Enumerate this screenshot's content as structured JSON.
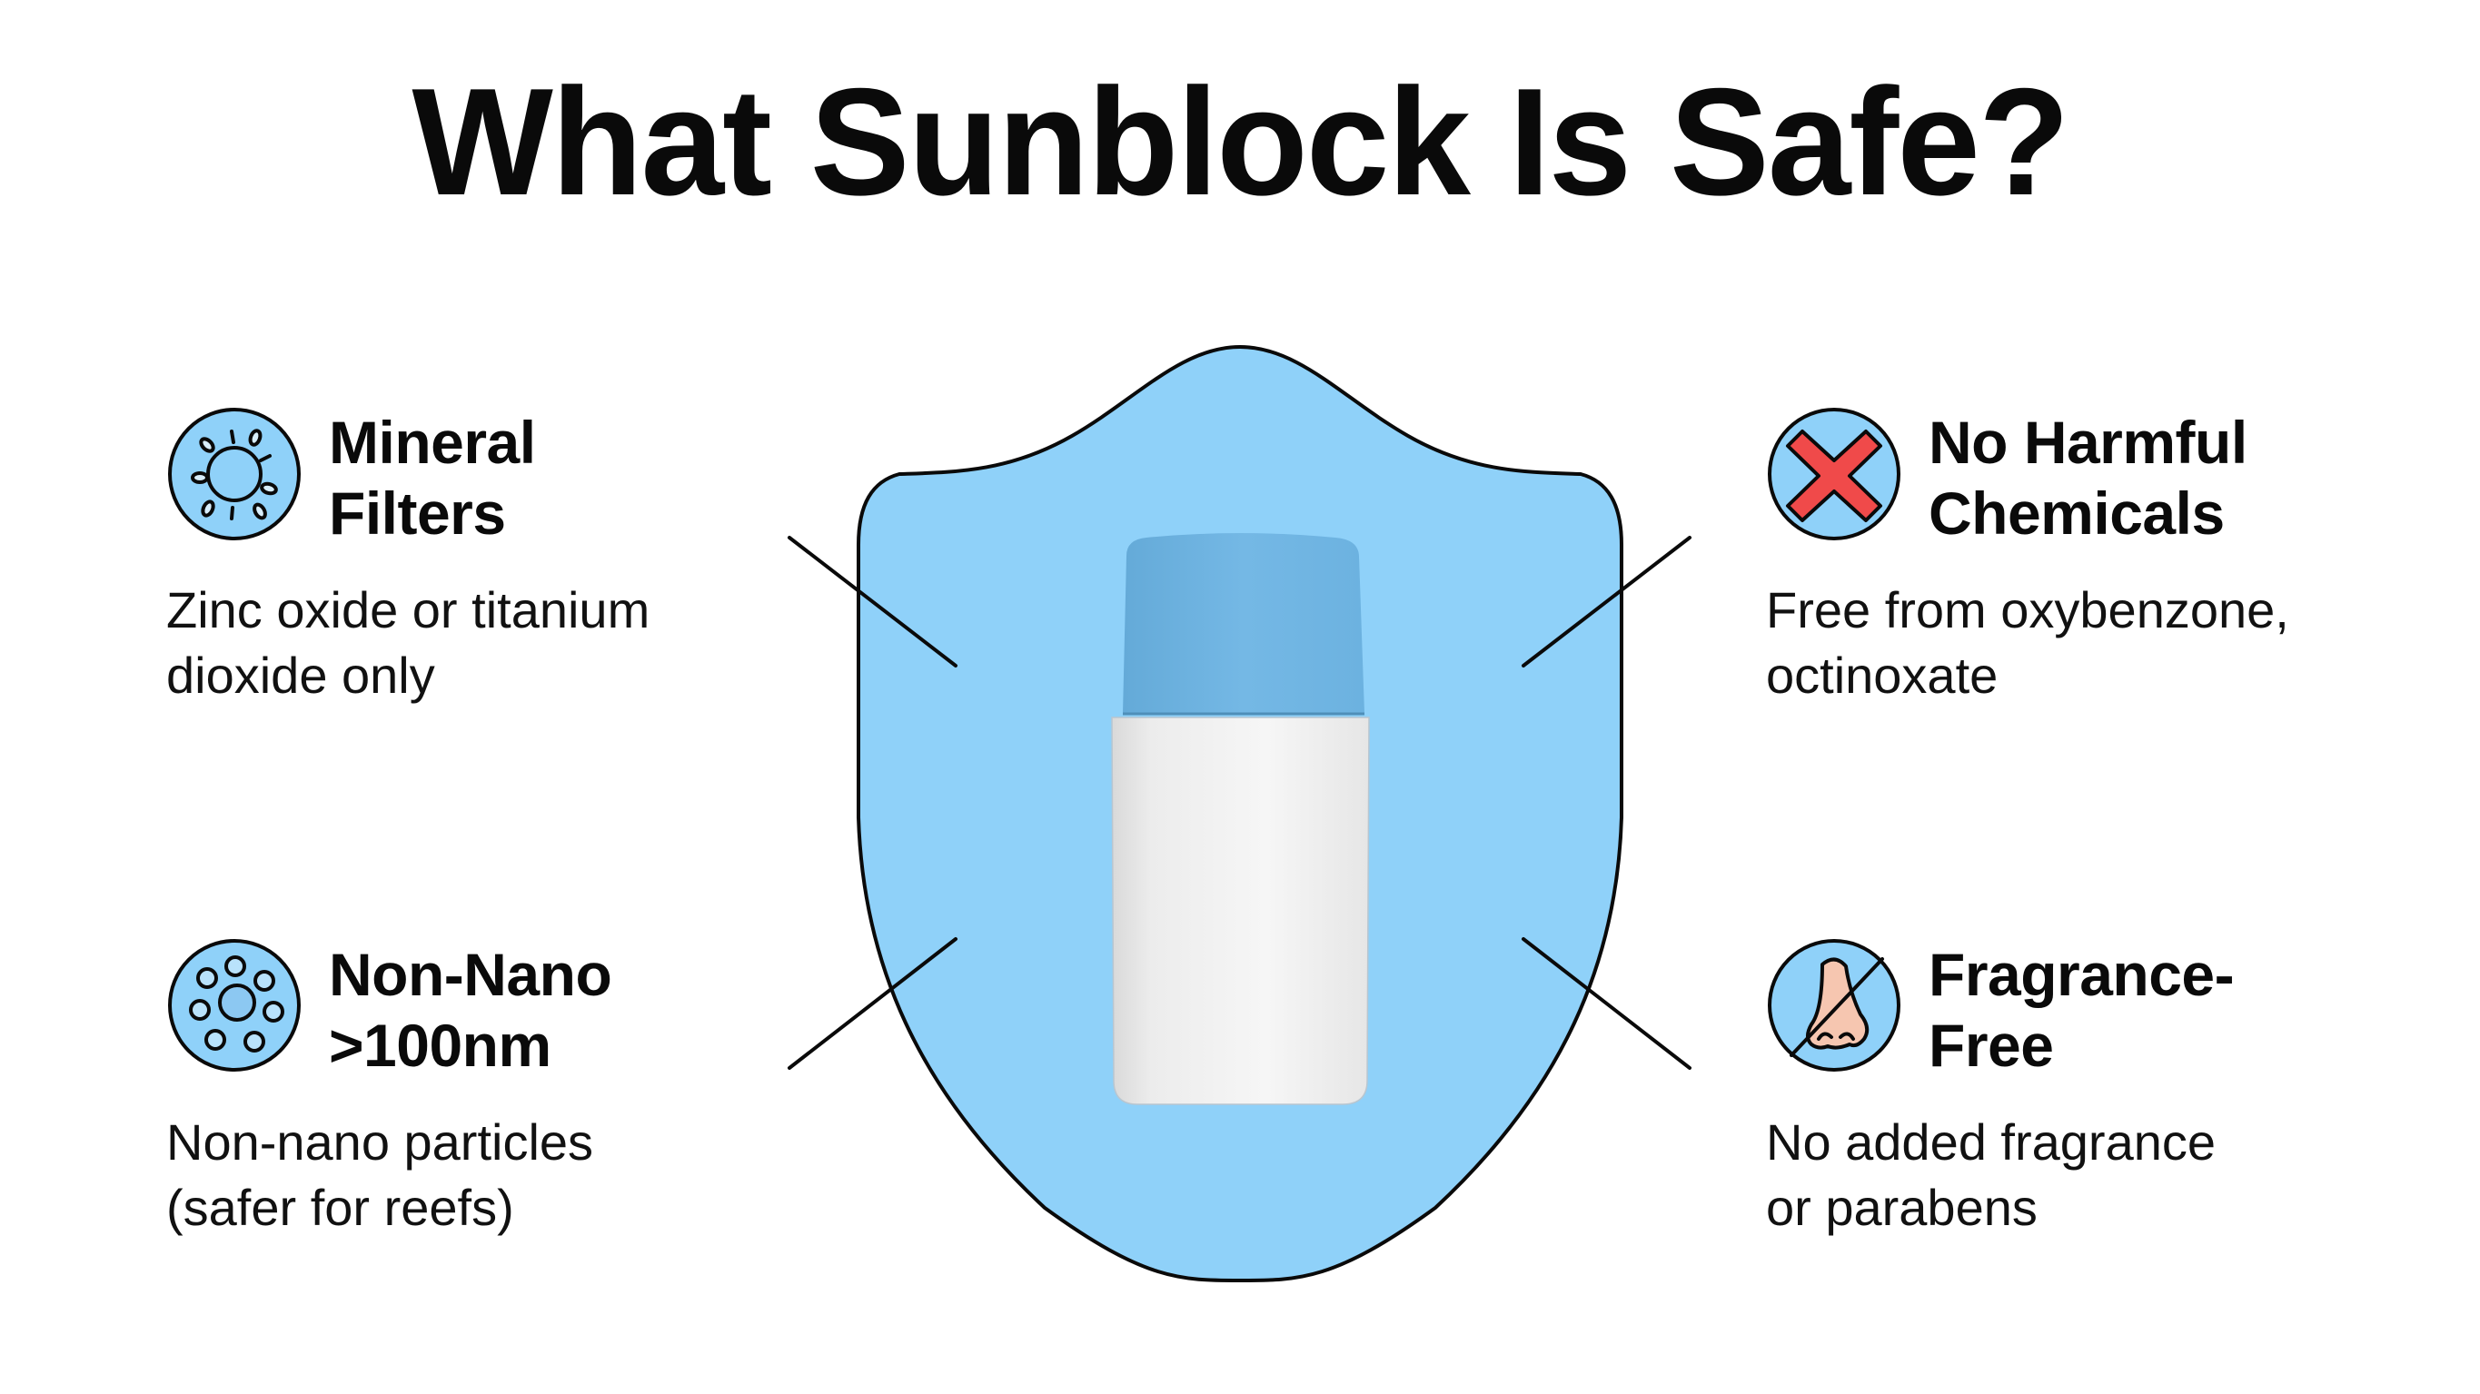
{
  "title": "What Sunblock Is Safe?",
  "colors": {
    "shield_fill": "#8fd1f9",
    "shield_stroke": "#0a0a0a",
    "cap": "#6db3e2",
    "bottle_body": "#f0f0f0",
    "icon_fill": "#8fd1f9",
    "x_mark": "#f04a4a",
    "nose": "#f6c6b0"
  },
  "center": {
    "shield": "shield-graphic",
    "product": "sunscreen-bottle"
  },
  "features": [
    {
      "id": "mineral-filters",
      "icon": "sun-icon",
      "heading_line1": "Mineral",
      "heading_line2": "Filters",
      "desc_line1": "Zinc oxide or titanium",
      "desc_line2": "dioxide only"
    },
    {
      "id": "non-nano",
      "icon": "particles-icon",
      "heading_line1": "Non-Nano",
      "heading_line2": ">100nm",
      "desc_line1": "Non-nano particles",
      "desc_line2": "(safer for reefs)"
    },
    {
      "id": "no-harmful-chemicals",
      "icon": "x-mark-icon",
      "heading_line1": "No Harmful",
      "heading_line2": "Chemicals",
      "desc_line1": "Free from oxybenzone,",
      "desc_line2": "octinoxate"
    },
    {
      "id": "fragrance-free",
      "icon": "no-nose-icon",
      "heading_line1": "Fragrance-",
      "heading_line2": "Free",
      "desc_line1": "No added fragrance",
      "desc_line2": "or parabens"
    }
  ]
}
